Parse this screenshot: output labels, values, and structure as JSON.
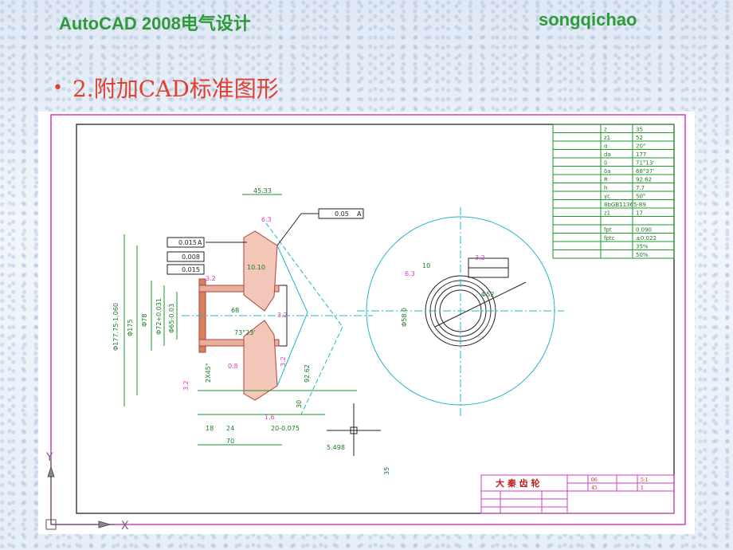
{
  "header": {
    "title_left": "AutoCAD 2008电气设计",
    "title_right": "songqichao"
  },
  "slide": {
    "bullet": "•",
    "subheading": "2.附加CAD标准图形"
  },
  "ucs": {
    "y_label": "Y",
    "x_label": "X"
  },
  "drawing": {
    "dims": {
      "d1": "45.33",
      "d2": "6.3",
      "d3": "0.05",
      "d4": "A",
      "d5": "0.015",
      "d6": "0.008",
      "d7": "10.10",
      "d8": "3.2",
      "d9": "68",
      "d10": "73°23'",
      "d11": "3.2",
      "d12": "Φ177.75-1.060",
      "d13": "Φ175",
      "d14": "Φ78",
      "d15": "Φ72+0.031",
      "d16": "Φ65-0.03",
      "d17": "2X45°",
      "d18": "3.2",
      "d19": "0.8",
      "d20": "92.62",
      "d21": "30",
      "d22": "3.2",
      "d23": "18",
      "d24": "24",
      "d25": "20-0.075",
      "d26": "70",
      "d27": "1.6",
      "d28": "5.498",
      "d29": "35",
      "d30": "10",
      "d31": "3.2",
      "d32": "6.3",
      "d33": "Φ52",
      "d34": "Φ58.0"
    },
    "params": [
      [
        "",
        "z",
        "35"
      ],
      [
        "",
        "z1",
        "52"
      ],
      [
        "",
        "α",
        "20°"
      ],
      [
        "",
        "da",
        "177"
      ],
      [
        "",
        "δ",
        "71°13'"
      ],
      [
        "",
        "δa",
        "68°37'"
      ],
      [
        "",
        "R",
        "92.62"
      ],
      [
        "",
        "h",
        "7.7"
      ],
      [
        "",
        "γc",
        "50°"
      ],
      [
        "",
        "8bGB11365-89",
        ""
      ],
      [
        "",
        "z1",
        "17"
      ],
      [
        "",
        "",
        ""
      ],
      [
        "",
        "fpt",
        "0.090"
      ],
      [
        "",
        "fptc",
        "±0.022"
      ],
      [
        "",
        "",
        "35%"
      ],
      [
        "",
        "",
        "50%"
      ]
    ],
    "title_block": {
      "name": "大 秦 齿 轮",
      "cells": [
        "",
        "06",
        "",
        "5:1",
        "",
        "45",
        "",
        "1"
      ]
    }
  }
}
